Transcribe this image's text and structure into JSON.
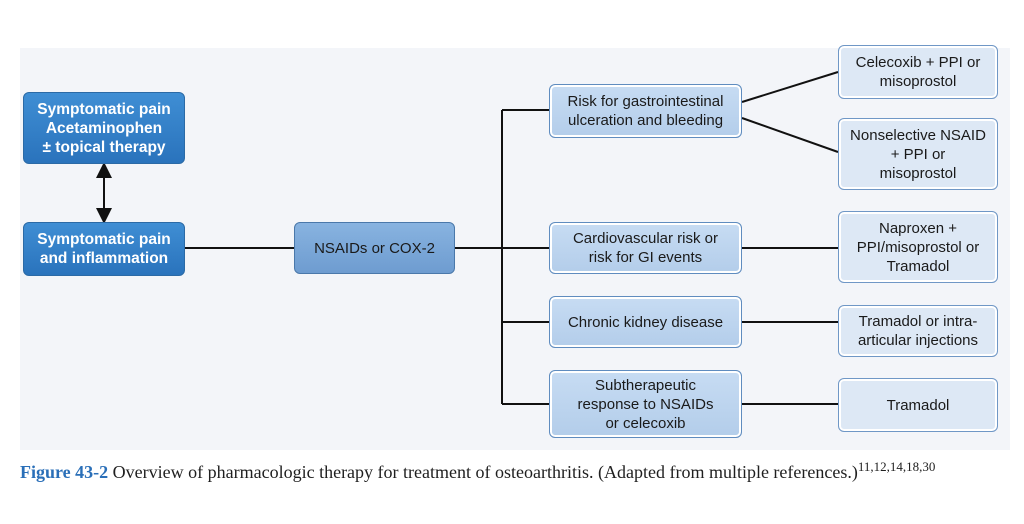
{
  "nodes": {
    "symptomatic_pain": "Symptomatic pain\nAcetaminophen\n± topical therapy",
    "pain_inflammation": "Symptomatic pain\nand inflammation",
    "nsaids": "NSAIDs or COX-2",
    "gi_risk": "Risk for gastrointestinal\nulceration and bleeding",
    "cv_risk": "Cardiovascular risk or\nrisk for GI events",
    "ckd": "Chronic kidney disease",
    "subtherapeutic": "Subtherapeutic\nresponse to NSAIDs\nor celecoxib",
    "celecoxib_ppi": "Celecoxib + PPI or\nmisoprostol",
    "nonselective_nsaid": "Nonselective NSAID\n+ PPI or\nmisoprostol",
    "naproxen": "Naproxen +\nPPI/misoprostol or\nTramadol",
    "tramadol_intra": "Tramadol or intra-\narticular injections",
    "tramadol": "Tramadol"
  },
  "caption": {
    "label": "Figure 43-2",
    "text": "Overview of pharmacologic therapy for treatment of osteoarthritis. (Adapted from multiple references.)",
    "refs": "11,12,14,18,30"
  },
  "colors": {
    "primary_box": "#2f7ec9",
    "secondary_box": "#7aa6d6",
    "tertiary_box": "#bed5ee",
    "outcome_box": "#dde8f5",
    "caption_label": "#2a6fb8"
  }
}
